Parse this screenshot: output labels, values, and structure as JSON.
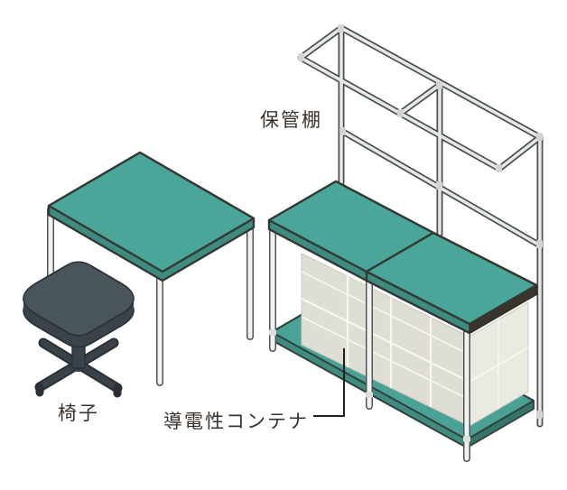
{
  "figure": {
    "kind": "isometric-furniture-illustration",
    "labels": {
      "storage_shelf": "保管棚",
      "chair": "椅子",
      "conductive_container": "導電性コンテナ"
    },
    "colors": {
      "worktop_teal": "#4BA69A",
      "worktop_edge_teal": "#3E8B80",
      "dark_outline": "#333833",
      "frame_tube_light": "#E7E7E4",
      "frame_tube_outline": "#47504E",
      "container_gray": "#DFDED5",
      "container_side_gray": "#EAE9E2",
      "chair_seat": "#4A545B",
      "chair_base": "#394249",
      "leg_white": "#F1F1EF",
      "label_text": "#3A322C",
      "background": "#FFFFFF"
    }
  }
}
